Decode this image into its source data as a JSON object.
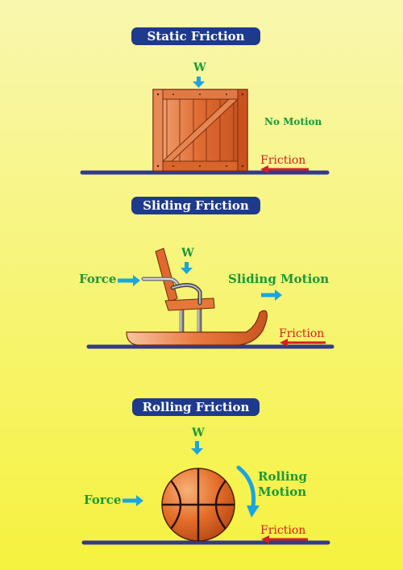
{
  "static": {
    "title": "Static Friction",
    "weight_label": "W",
    "status_label": "No Motion",
    "friction_label": "Friction"
  },
  "sliding": {
    "title": "Sliding Friction",
    "weight_label": "W",
    "force_label": "Force",
    "motion_label": "Sliding Motion",
    "friction_label": "Friction"
  },
  "rolling": {
    "title": "Rolling Friction",
    "weight_label": "W",
    "force_label": "Force",
    "motion_label_line1": "Rolling",
    "motion_label_line2": "Motion",
    "friction_label": "Friction"
  },
  "colors": {
    "background_top": "#f9f7ad",
    "background_bottom": "#f6f23c",
    "title_pill": "#1e3a8c",
    "label_green": "#1a9a3a",
    "friction_red": "#d42020",
    "arrow_blue": "#19a6e0",
    "ground": "#333a8a",
    "crate": "#d9652a",
    "ball": "#e8782e"
  },
  "icons": [
    "crate-icon",
    "sled-chair-icon",
    "basketball-icon"
  ]
}
